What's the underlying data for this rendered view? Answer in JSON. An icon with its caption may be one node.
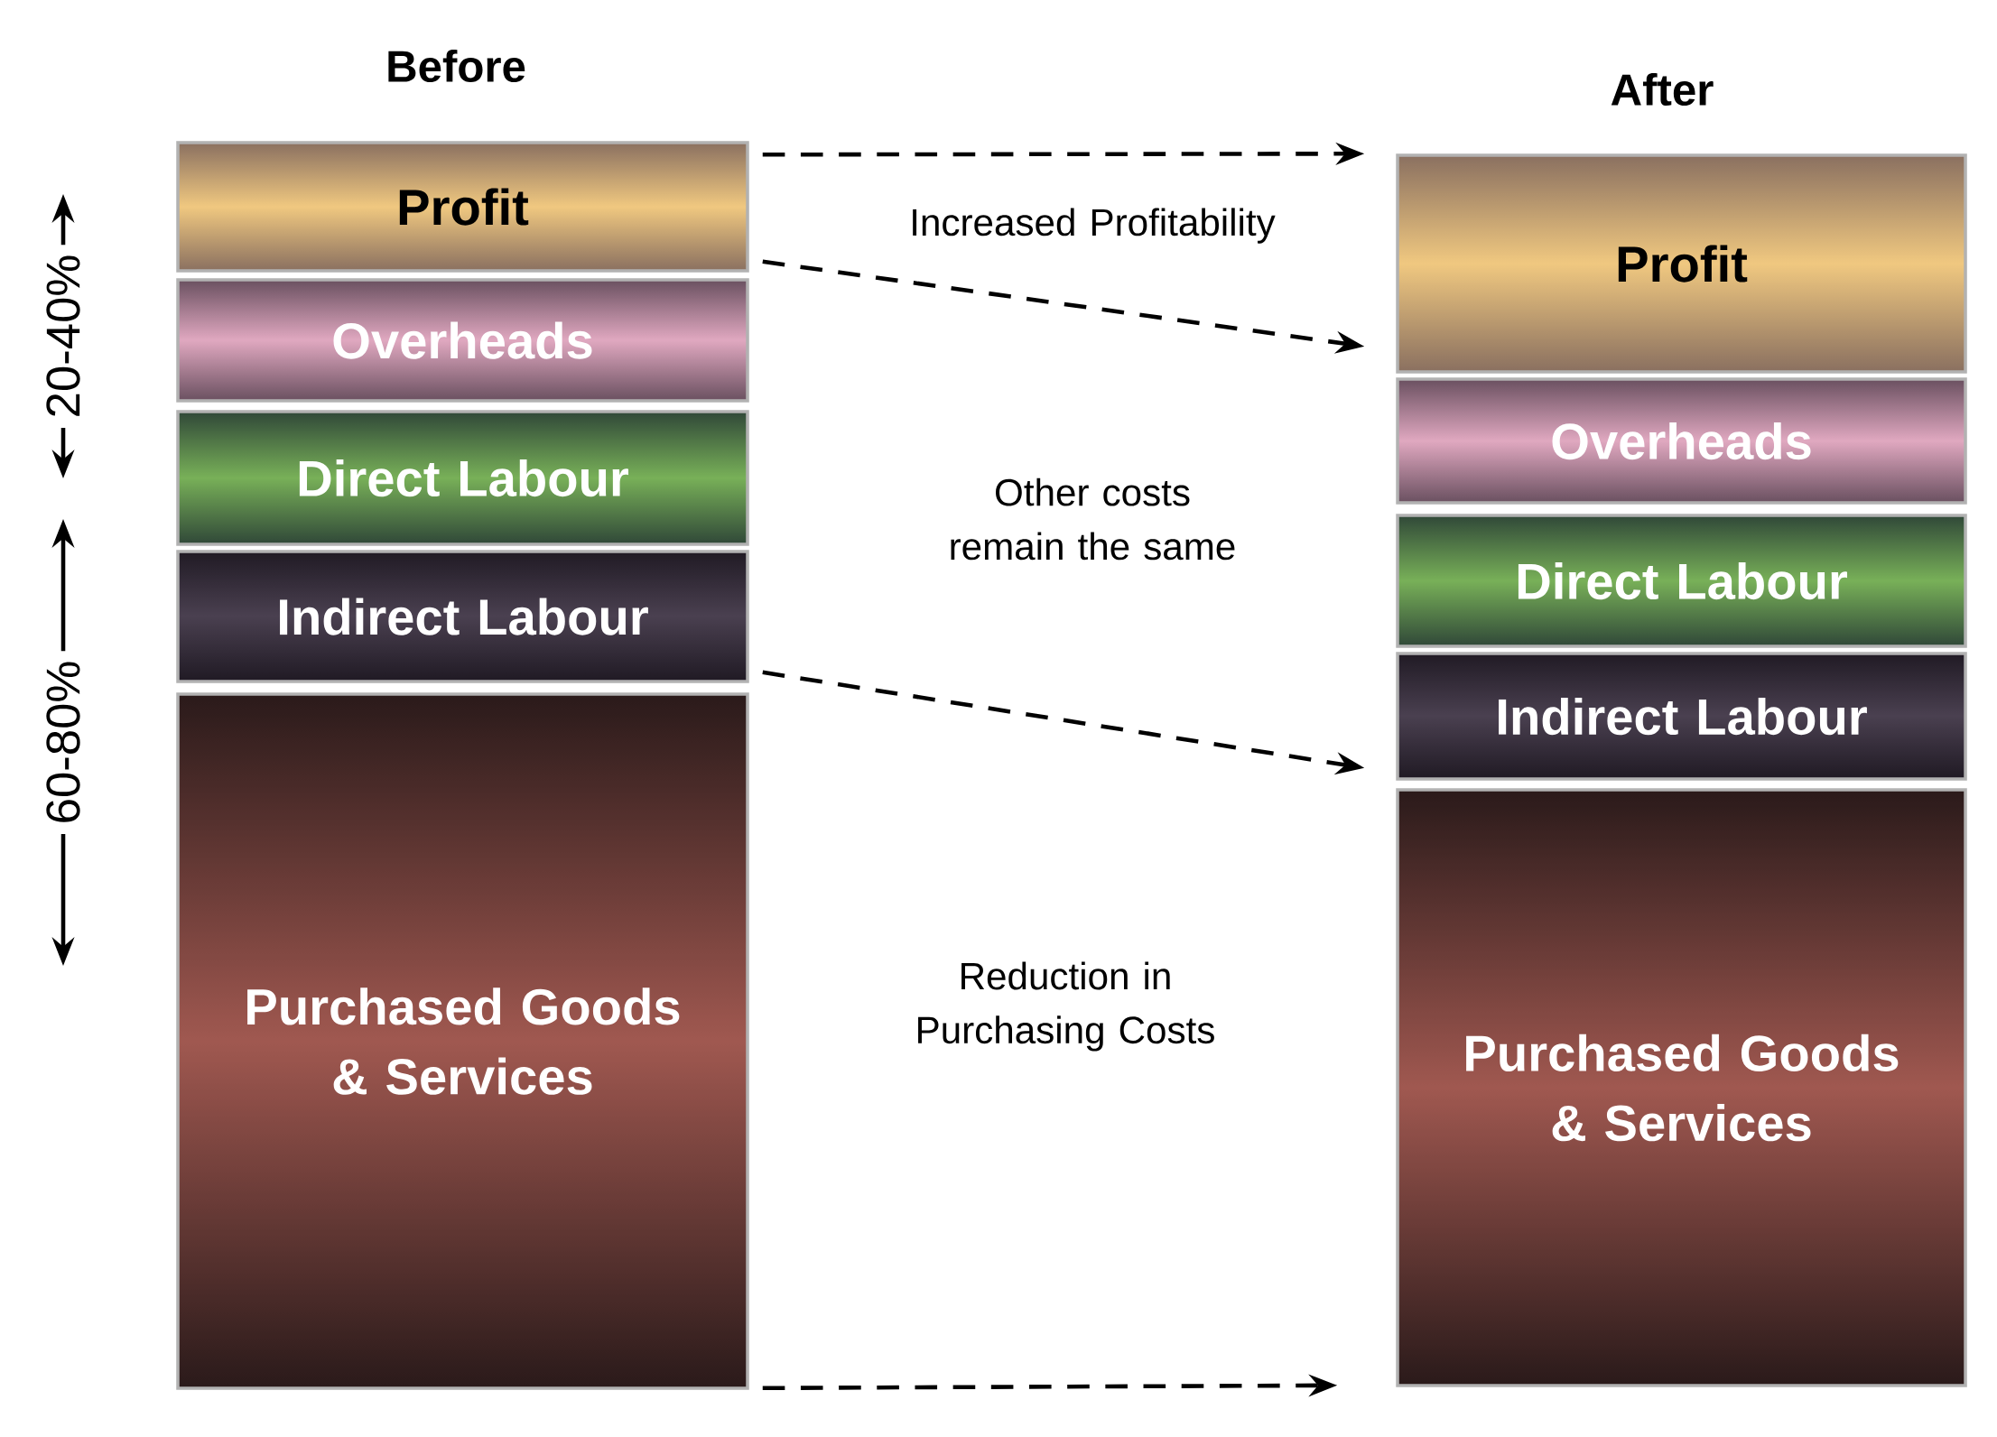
{
  "diagram": {
    "nodes": [
      {
        "text": [
          "Profit"
        ]
      },
      {
        "text": [
          "Overheads"
        ]
      },
      {
        "text": [
          "Direct Labour"
        ]
      },
      {
        "text": [
          "Indirect Labour"
        ]
      },
      {
        "text": [
          "Purchased Goods & Services"
        ]
      },
      {
        "text": [
          "Profit"
        ]
      },
      {
        "text": [
          "Overheads"
        ]
      },
      {
        "text": [
          "Direct Labour"
        ]
      },
      {
        "text": [
          "Indirect Labour"
        ]
      },
      {
        "text": [
          "Purchased Goods & Services"
        ]
      }
    ],
    "edges": [
      {
        "from": 0,
        "to": 5,
        "arrow": "to",
        "style": "dashed"
      },
      {
        "from": 0,
        "to": 5,
        "arrow": "to",
        "style": "dashed"
      },
      {
        "from": 3,
        "to": 8,
        "arrow": "to",
        "style": "dashed"
      },
      {
        "from": 4,
        "to": 9,
        "arrow": "to",
        "style": "dashed"
      }
    ],
    "labels": [
      "Before",
      "After",
      "Increased Profitability",
      "Other costs remain the same",
      "Reduction in Purchasing Costs",
      "20-40%",
      "60-80%"
    ]
  }
}
